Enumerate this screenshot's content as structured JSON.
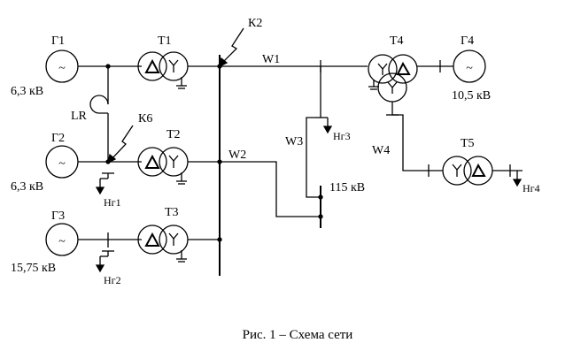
{
  "generators": {
    "g1": {
      "name": "Г1",
      "voltage": "6,3 кВ"
    },
    "g2": {
      "name": "Г2",
      "voltage": "6,3 кВ"
    },
    "g3": {
      "name": "Г3",
      "voltage": "15,75 кВ"
    },
    "g4": {
      "name": "Г4",
      "voltage": "10,5 кВ"
    }
  },
  "transformers": {
    "t1": "Т1",
    "t2": "Т2",
    "t3": "Т3",
    "t4": "Т4",
    "t5": "Т5"
  },
  "lines": {
    "w1": "W1",
    "w2": "W2",
    "w3": "W3",
    "w4": "W4"
  },
  "loads": {
    "n1": "Нг1",
    "n2": "Нг2",
    "n3": "Нг3",
    "n4": "Нг4"
  },
  "reactor": "LR",
  "faults": {
    "k2": "К2",
    "k6": "К6"
  },
  "bus_voltage": "115 кВ",
  "caption": "Рис. 1 – Схема сети",
  "generator_symbol": "~"
}
